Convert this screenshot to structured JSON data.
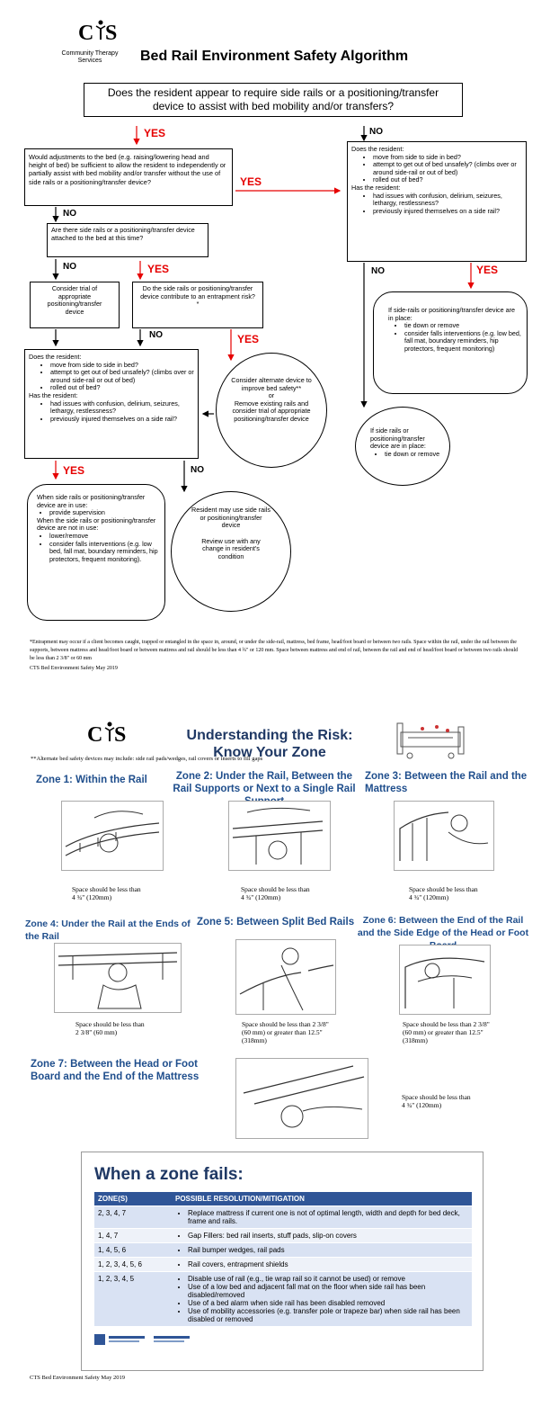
{
  "header": {
    "logo_text": "CTS",
    "org_name": "Community Therapy Services",
    "title": "Bed Rail Environment Safety Algorithm"
  },
  "flow": {
    "q_top": "Does the resident appear to require side rails or a positioning/transfer device to assist with bed mobility and/or transfers?",
    "yes": "YES",
    "no": "NO",
    "q_adjust": "Would adjustments to the bed (e.g. raising/lowering head and height of bed) be sufficient to allow the resident to independently or partially assist with bed mobility and/or transfer without the use of side rails or a positioning/transfer device?",
    "q_attached": "Are there side rails or a positioning/transfer device attached to the bed at this time?",
    "consider_trial": "Consider trial of appropriate positioning/transfer device",
    "q_entrapment": "Do the side rails or positioning/transfer device contribute to an entrapment risk?",
    "asterisk": "*",
    "alt_circle": [
      "Consider alternate device to improve bed safety**",
      "or",
      "Remove existing rails and consider trial of appropriate positioning/transfer device"
    ],
    "resident_q": {
      "does": "Does the resident:",
      "items": [
        "move from side to side in bed?",
        "attempt to get out of bed unsafely? (climbs over or around side-rail or out of bed)",
        "rolled out of bed?"
      ],
      "has": "Has the resident:",
      "items2": [
        "had issues with confusion, delirium, seizures, lethargy, restlessness?",
        "previously injured themselves on a side rail?"
      ]
    },
    "right_yes_box": {
      "intro": "If side-rails or positioning/transfer device are in place:",
      "items": [
        "tie down or remove",
        "consider falls interventions (e.g. low bed, fall mat, boundary reminders, hip protectors, frequent monitoring)"
      ]
    },
    "right_no_circle": {
      "intro": "If side rails or positioning/transfer device are in place:",
      "items": [
        "tie down or remove"
      ]
    },
    "left_yes_box": {
      "intro1": "When side rails or positioning/transfer device are in use:",
      "items1": [
        "provide supervision"
      ],
      "intro2": "When the side rails or positioning/transfer device are not in use:",
      "items2": [
        "lower/remove",
        "consider falls interventions (e.g. low bed, fall mat, boundary reminders, hip protectors, frequent monitoring)."
      ]
    },
    "no_circle": [
      "Resident may use side rails or positioning/transfer device",
      "Review use with any change in resident's condition"
    ],
    "footnote": "*Entrapment may occur if a client becomes caught, trapped or entangled in the space in, around, or under the side-rail, mattress, bed frame, head/foot board or between two rails. Space within the rail, under the rail between the supports, between mattress and head/foot board or between mattress and rail should be less than 4 ¾\" or 120 mm. Space between mattress and end of rail, between the rail and end of head/foot board or between two rails should be less than 2 3/8\" or 60 mm",
    "footer": "CTS Bed Environment Safety May 2019"
  },
  "risk": {
    "title1": "Understanding the Risk:",
    "title2": "Know Your Zone",
    "alt_note": "**Alternate bed safety devices may include: side rail pads/wedges, rail covers or inserts to fill gaps",
    "zones": [
      {
        "num": "Zone 1:",
        "desc": "Within the Rail",
        "space": "Space should be less than 4 ¾\" (120mm)"
      },
      {
        "num": "Zone 2:",
        "desc": "Under the Rail, Between the Rail Supports or Next to a Single Rail Support",
        "space": "Space should be less than 4 ¾\" (120mm)"
      },
      {
        "num": "Zone 3:",
        "desc": "Between the Rail and the Mattress",
        "space": "Space should be less than 4 ¾\" (120mm)"
      },
      {
        "num": "Zone 4:",
        "desc": "Under the Rail at the Ends of the Rail",
        "space": "Space should be less than 2 3/8\" (60 mm)"
      },
      {
        "num": "Zone 5:",
        "desc": "Between Split Bed Rails",
        "space": "Space should be less than 2 3/8\" (60 mm) or greater than 12.5\" (318mm)"
      },
      {
        "num": "Zone 6:",
        "desc": "Between the End of the Rail and the Side Edge of the Head or Foot Board",
        "space": "Space should be less than 2 3/8\" (60 mm) or greater than 12.5\" (318mm)"
      },
      {
        "num": "Zone 7:",
        "desc": "Between the Head or Foot Board and the End of the Mattress",
        "space": "Space should be less than 4 ¾\" (120mm)"
      }
    ]
  },
  "fails": {
    "title": "When a zone fails:",
    "col1": "ZONE(S)",
    "col2": "POSSIBLE RESOLUTION/MITIGATION",
    "rows": [
      {
        "zones": "2, 3, 4, 7",
        "items": [
          "Replace mattress if current one is not of optimal length, width and depth for bed deck, frame and rails."
        ]
      },
      {
        "zones": "1, 4, 7",
        "items": [
          "Gap Fillers: bed rail inserts, stuff pads, slip-on covers"
        ]
      },
      {
        "zones": "1, 4, 5, 6",
        "items": [
          "Rail bumper wedges, rail pads"
        ]
      },
      {
        "zones": "1, 2, 3, 4, 5, 6",
        "items": [
          "Rail covers, entrapment shields"
        ]
      },
      {
        "zones": "1, 2, 3, 4, 5",
        "items": [
          "Disable use of rail (e.g., tie wrap rail so it cannot be used) or remove",
          "Use of a low bed and adjacent fall mat on the floor when side rail has been disabled/removed",
          "Use of a bed alarm when side rail has been disabled removed",
          "Use of mobility accessories (e.g. transfer pole or trapeze bar) when side rail has been disabled or removed"
        ]
      }
    ],
    "footer": "CTS Bed Environment Safety May 2019"
  }
}
